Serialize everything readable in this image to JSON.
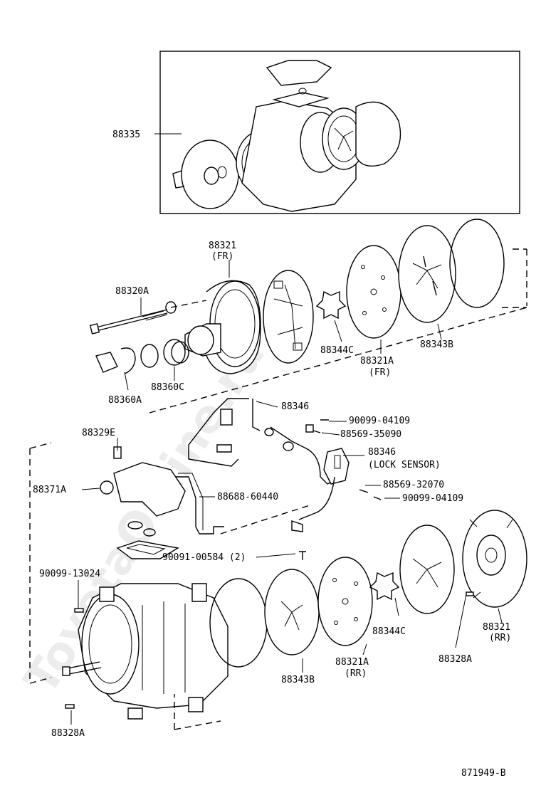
{
  "watermark": "ToyotaOnline.ru",
  "diagram_id": "871949-B",
  "labels": {
    "p88335": "88335",
    "p88321_fr": "88321",
    "fr": "(FR)",
    "p88320A": "88320A",
    "p88344C_top": "88344C",
    "p88321A_fr": "88321A",
    "fr2": "(FR)",
    "p88343B_top": "88343B",
    "p88360C": "88360C",
    "p88360A": "88360A",
    "p88346": "88346",
    "p90099_04109_a": "90099-04109",
    "p88569_35090": "88569-35090",
    "p88346_lock": "88346",
    "lock_sensor": "(LOCK SENSOR)",
    "p88329E": "88329E",
    "p88371A": "88371A",
    "p88688_60440": "88688-60440",
    "p88569_32070": "88569-32070",
    "p90099_04109_b": "90099-04109",
    "p90091_00584": "90091-00584 (2)",
    "p90099_13024": "90099-13024",
    "p88344C_bot": "88344C",
    "p88321_rr": "88321",
    "rr": "(RR)",
    "p88321A_rr": "88321A",
    "rr2": "(RR)",
    "p88343B_bot": "88343B",
    "p88328A_right": "88328A",
    "p88328A_left": "88328A"
  }
}
